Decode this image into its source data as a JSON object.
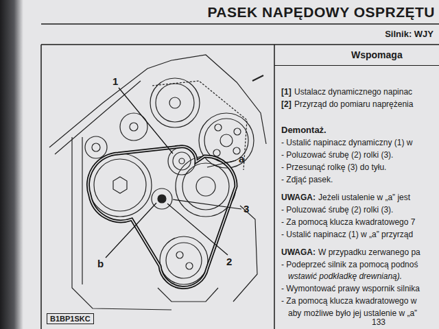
{
  "diagram": {
    "title": "PASEK NAPĘDOWY OSPRZĘTU",
    "nodes": [
      {
        "text": [
          "Silnik: WJY"
        ]
      },
      {
        "text": [
          "Wspomaga"
        ]
      },
      {
        "text": [
          "B1BP1SKC"
        ]
      }
    ],
    "labels": [
      "1",
      "a",
      "3",
      "2",
      "b",
      "[1]",
      "Ustalacz dynamicznego napinac",
      "[2]",
      "Przyrząd do pomiaru naprężenia",
      "Demontaż.",
      "- Ustalić napinacz dynamiczny (1) w",
      "- Poluzować śrubę (2) rolki (3).",
      "- Przesunąć rolkę (3) do tyłu.",
      "- Zdjąć pasek.",
      "UWAGA:",
      "Jeżeli ustalenie w „a” jest",
      "- Poluzować śrubę (2) rolki (3).",
      "- Za pomocą klucza kwadratowego 7",
      "- Ustalić napinacz (1) w „a” przyrząd",
      "UWAGA:",
      "W przypadku zerwanego pa",
      "- Podeprzeć silnik za pomocą podnoś",
      "wstawić podkładkę drewnianą).",
      "- Wymontować prawy wspornik silnika",
      "- Za pomocą klucza kwadratowego w",
      "aby możliwe było jej ustalenie w „a”",
      "133"
    ]
  }
}
